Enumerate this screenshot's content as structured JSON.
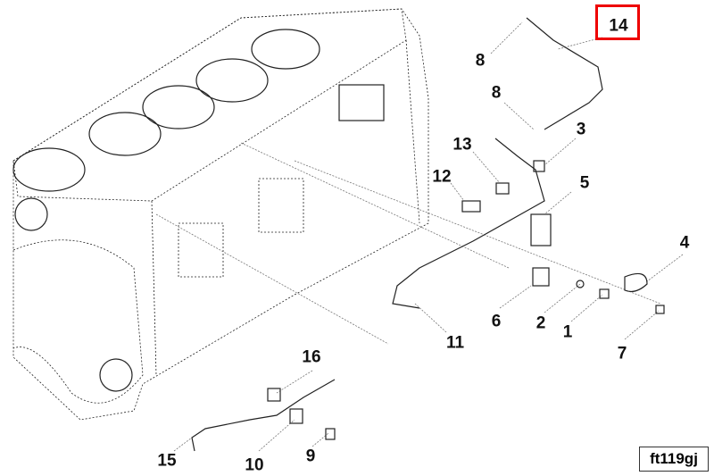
{
  "diagram": {
    "reference_code": "ft119gj",
    "highlighted_callout": "14",
    "highlight_color": "#e00000",
    "callouts": [
      "14",
      "8",
      "8",
      "3",
      "13",
      "12",
      "5",
      "4",
      "6",
      "2",
      "1",
      "11",
      "7",
      "16",
      "15",
      "10",
      "9"
    ]
  }
}
